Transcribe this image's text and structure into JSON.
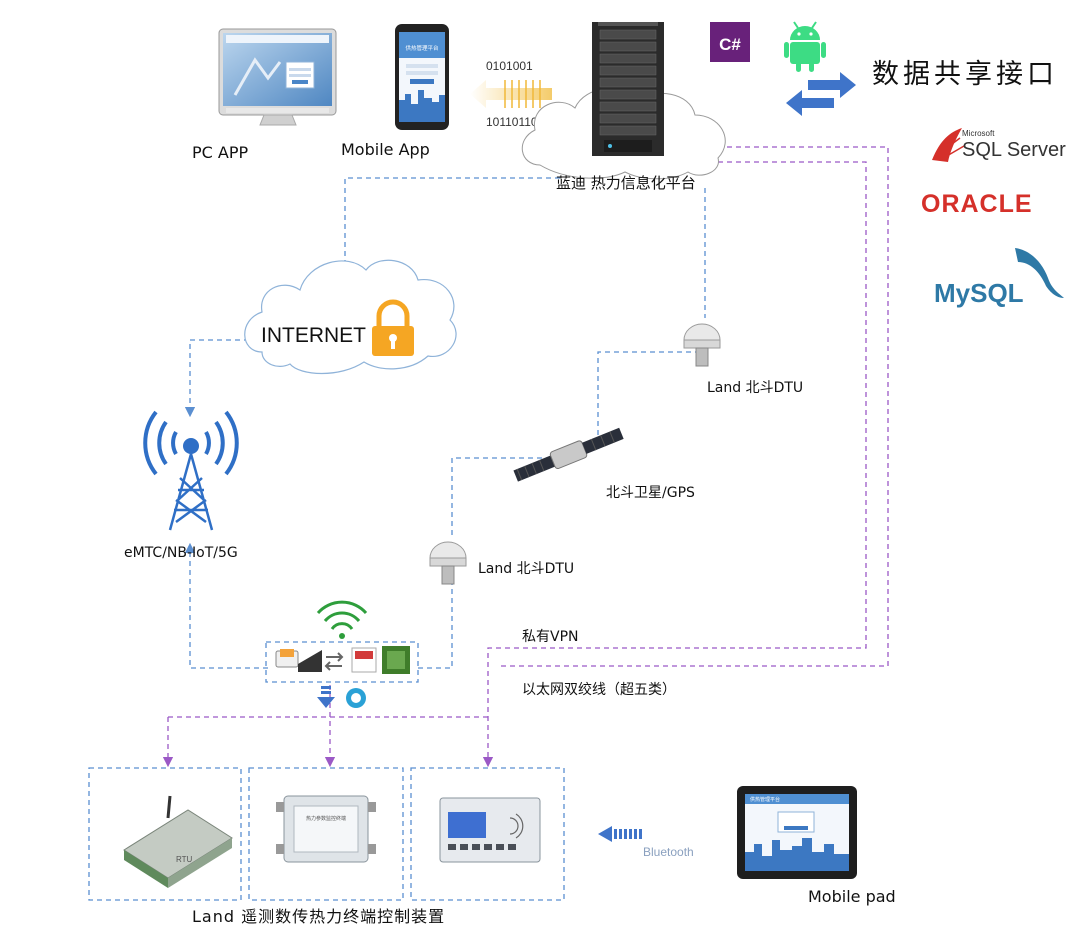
{
  "nodes": {
    "pc_app": "PC APP",
    "mobile_app": "Mobile App",
    "platform": "蓝迪 热力信息化平台",
    "data_share": "数据共享接口",
    "internet": "INTERNET",
    "dtu_top": "Land 北斗DTU",
    "satellite": "北斗卫星/GPS",
    "dtu_bottom": "Land 北斗DTU",
    "cellular": "eMTC/NB-IoT/5G",
    "vpn": "私有VPN",
    "ethernet": "以太网双绞线（超五类）",
    "bluetooth": "Bluetooth",
    "mobile_pad": "Mobile pad",
    "terminal": "Land 遥测数传热力终端控制装置"
  },
  "binary": {
    "top": "0101001",
    "bottom": "10110110"
  },
  "screens": {
    "mobile_title": "供热管理平台",
    "pad_title": "供热管理平台",
    "device_label": "RTU",
    "device2_label": "热力参数监控终端"
  },
  "badges": {
    "csharp": "C#"
  },
  "databases": {
    "sql_small": "Microsoft",
    "sql_main": "SQL Server",
    "oracle": "ORACLE",
    "mysql": "MySQL"
  },
  "colors": {
    "dash_blue": "#5b8fd1",
    "dash_purple": "#9b59c6",
    "arrow_blue": "#3f74c9",
    "oracle_red": "#d5302a",
    "mysql_blue": "#2e79a6",
    "csharp_purple": "#68217a",
    "android_green": "#3ddc84",
    "lock_orange": "#f5a623"
  },
  "icons": [
    "monitor-icon",
    "phone-icon",
    "server-icon",
    "csharp-icon",
    "android-icon",
    "swap-arrows-icon",
    "cloud-icon",
    "lock-icon",
    "antenna-icon",
    "satellite-icon",
    "tower-icon",
    "wifi-icon",
    "sim-card-icon",
    "chip-icon",
    "rtu-icon",
    "terminal-box-icon",
    "controller-icon",
    "tablet-icon"
  ]
}
